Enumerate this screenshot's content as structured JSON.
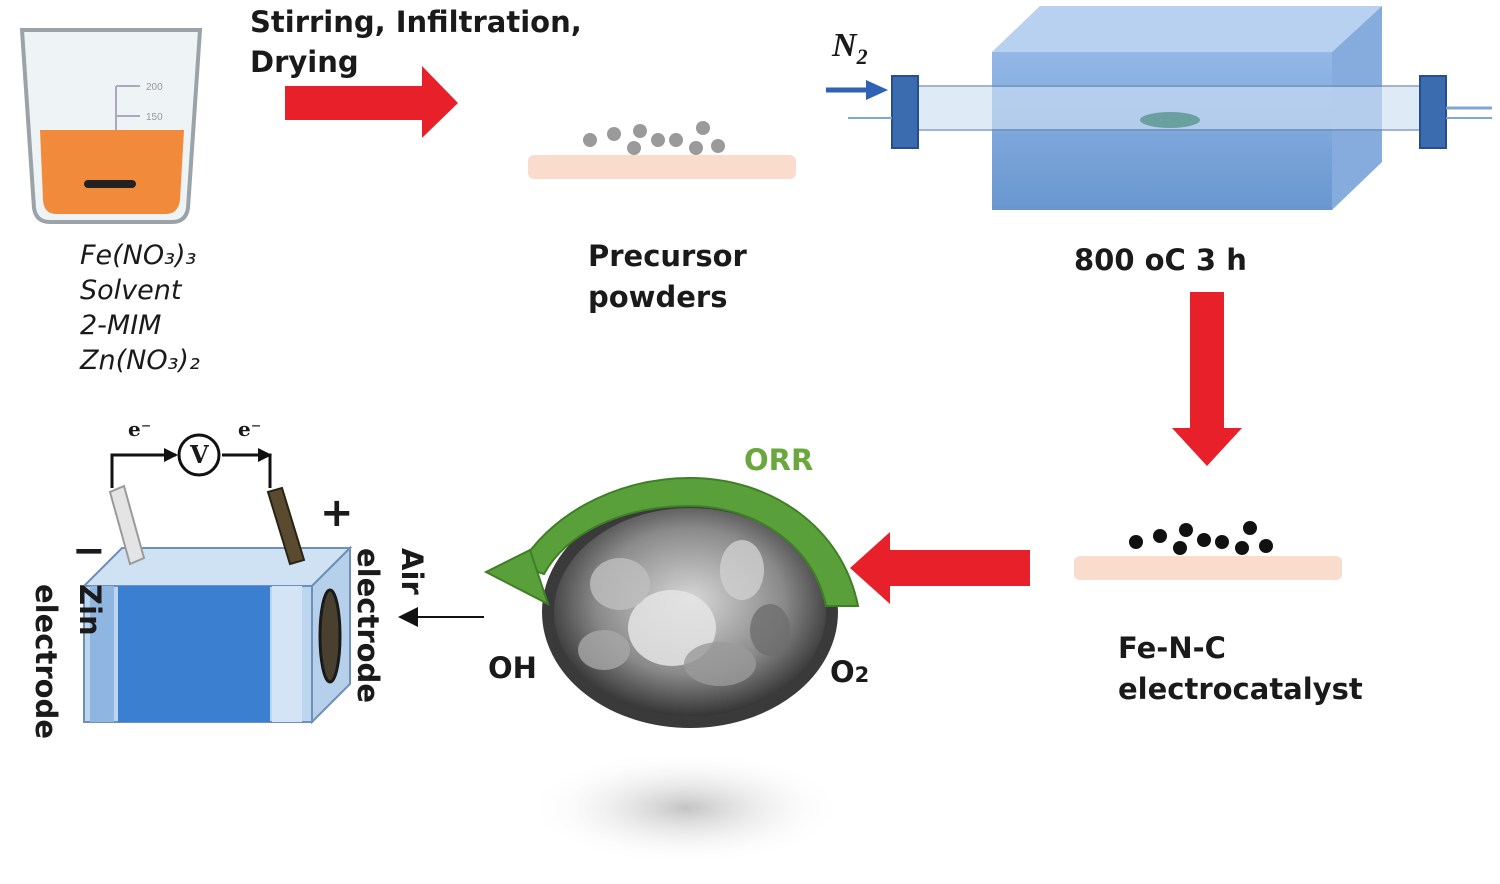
{
  "process": {
    "step1_label": "Stirring, Infiltration,",
    "step1_label2": "Drying",
    "gas_label": "N",
    "gas_sub": "2",
    "furnace_condition": "800 oC 3 h",
    "precursor_line1": "Precursor",
    "precursor_line2": "powders",
    "catalyst_line1": "Fe-N-C",
    "catalyst_line2": "electrocatalyst"
  },
  "beaker": {
    "mark_high": "200",
    "mark_low": "150",
    "reagents": [
      "Fe(NO₃)₃",
      "Solvent",
      "2-MIM",
      "Zn(NO₃)₂"
    ]
  },
  "reaction": {
    "name": "ORR",
    "product": "OH",
    "reactant": "O",
    "reactant_sub": "2"
  },
  "battery": {
    "electron_left": "e⁻",
    "electron_right": "e⁻",
    "meter_symbol": "V",
    "negative_sign": "−",
    "positive_sign": "+",
    "zinc_label_1": "Zin",
    "zinc_label_2": "electrode",
    "air_label_1": "Air",
    "air_label_2": "electrode"
  },
  "colors": {
    "process_arrow": "#e8202a",
    "orr_arrow": "#5aa03a",
    "furnace": "#6f9fd8",
    "liquid": "#f28a3c",
    "cell": "#3a7fd0"
  }
}
